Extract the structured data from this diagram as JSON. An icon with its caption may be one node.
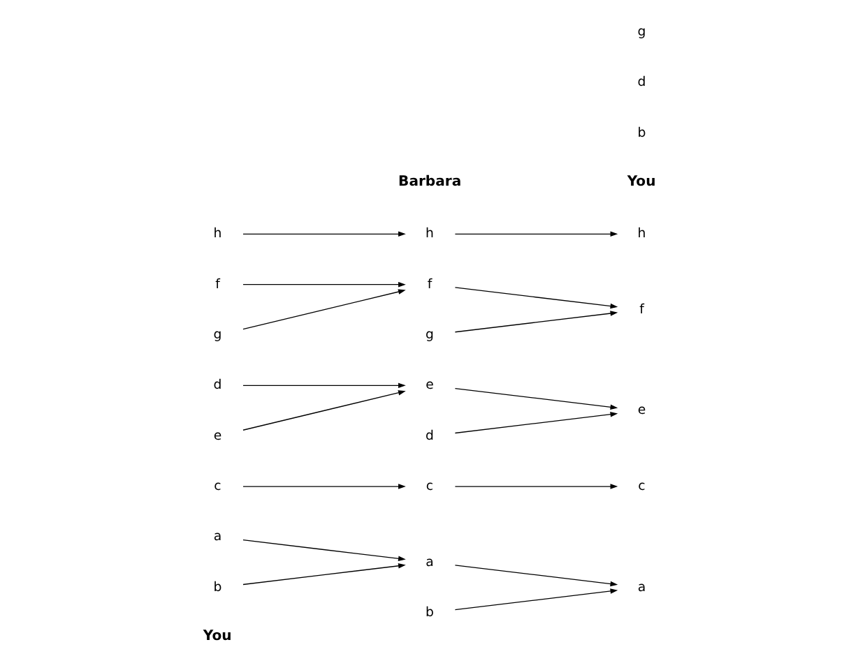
{
  "diagram": {
    "nodes": [
      {
        "text": [
          "a"
        ]
      },
      {
        "text": [
          "b"
        ]
      },
      {
        "text": [
          "c"
        ]
      },
      {
        "text": [
          "d"
        ]
      },
      {
        "text": [
          "e"
        ]
      },
      {
        "text": [
          "f"
        ]
      },
      {
        "text": [
          "g"
        ]
      },
      {
        "text": [
          "h"
        ]
      },
      {
        "text": [
          "a"
        ]
      },
      {
        "text": [
          "b"
        ]
      },
      {
        "text": [
          "c"
        ]
      },
      {
        "text": [
          "d"
        ]
      },
      {
        "text": [
          "e"
        ]
      },
      {
        "text": [
          "f"
        ]
      },
      {
        "text": [
          "g"
        ]
      },
      {
        "text": [
          "h"
        ]
      },
      {
        "text": [
          "a"
        ]
      },
      {
        "text": [
          "b"
        ]
      },
      {
        "text": [
          "c"
        ]
      },
      {
        "text": [
          "d"
        ]
      },
      {
        "text": [
          "e"
        ]
      },
      {
        "text": [
          "f"
        ]
      },
      {
        "text": [
          "g"
        ]
      },
      {
        "text": [
          "h"
        ]
      }
    ],
    "edges": [
      {
        "from": 0,
        "to": 8,
        "arrow": "to"
      },
      {
        "from": 1,
        "to": 8,
        "arrow": "to"
      },
      {
        "from": 2,
        "to": 10,
        "arrow": "to"
      },
      {
        "from": 3,
        "to": 12,
        "arrow": "to"
      },
      {
        "from": 4,
        "to": 12,
        "arrow": "to"
      },
      {
        "from": 5,
        "to": 13,
        "arrow": "to"
      },
      {
        "from": 6,
        "to": 13,
        "arrow": "to"
      },
      {
        "from": 7,
        "to": 15,
        "arrow": "to"
      },
      {
        "from": 8,
        "to": 16,
        "arrow": "to"
      },
      {
        "from": 9,
        "to": 16,
        "arrow": "to"
      },
      {
        "from": 10,
        "to": 18,
        "arrow": "to"
      },
      {
        "from": 11,
        "to": 20,
        "arrow": "to"
      },
      {
        "from": 12,
        "to": 20,
        "arrow": "to"
      },
      {
        "from": 13,
        "to": 21,
        "arrow": "to"
      },
      {
        "from": 14,
        "to": 21,
        "arrow": "to"
      },
      {
        "from": 15,
        "to": 23,
        "arrow": "to"
      }
    ],
    "labels": [
      "You",
      "Barbara",
      "You"
    ]
  }
}
